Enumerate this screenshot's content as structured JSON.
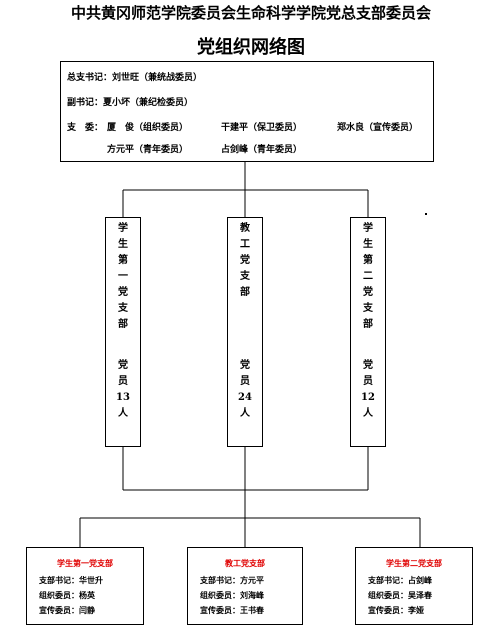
{
  "header": {
    "org_title": "中共黄冈师范学院委员会生命科学学院党总支部委员会",
    "chart_title": "党组织网络图"
  },
  "committee": {
    "secretary": "总支书记：刘世旺（兼统战委员）",
    "deputy": "副书记：夏小坏（兼纪检委员）",
    "members_label": "支　委：",
    "members_row1": [
      "厦　俊（组织委员）",
      "干建平（保卫委员）",
      "郑水良（宣传委员）"
    ],
    "members_row2": [
      "方元平（青年委员）",
      "占剑峰（青年委员）"
    ]
  },
  "branches": [
    {
      "name_chars": [
        "学",
        "生",
        "第",
        "一",
        "党",
        "支",
        "部"
      ],
      "count_chars": [
        "党",
        "员",
        "13",
        "人"
      ]
    },
    {
      "name_chars": [
        "教",
        "工",
        "党",
        "支",
        "部"
      ],
      "count_chars": [
        "党",
        "员",
        "24",
        "人"
      ]
    },
    {
      "name_chars": [
        "学",
        "生",
        "第",
        "二",
        "党",
        "支",
        "部"
      ],
      "count_chars": [
        "党",
        "员",
        "12",
        "人"
      ]
    }
  ],
  "branch_committees": [
    {
      "title": "学生第一党支部",
      "rows": [
        "支部书记：华世升",
        "组织委员：杨英",
        "宣传委员：闫静"
      ]
    },
    {
      "title": "教工党支部",
      "rows": [
        "支部书记：方元平",
        "组织委员：刘海峰",
        "宣传委员：王书春"
      ]
    },
    {
      "title": "学生第二党支部",
      "rows": [
        "支部书记：占剑峰",
        "组织委员：吴泽春",
        "宣传委员：李娅"
      ]
    }
  ],
  "colors": {
    "accent_red": "#e00000",
    "line": "#000000"
  }
}
